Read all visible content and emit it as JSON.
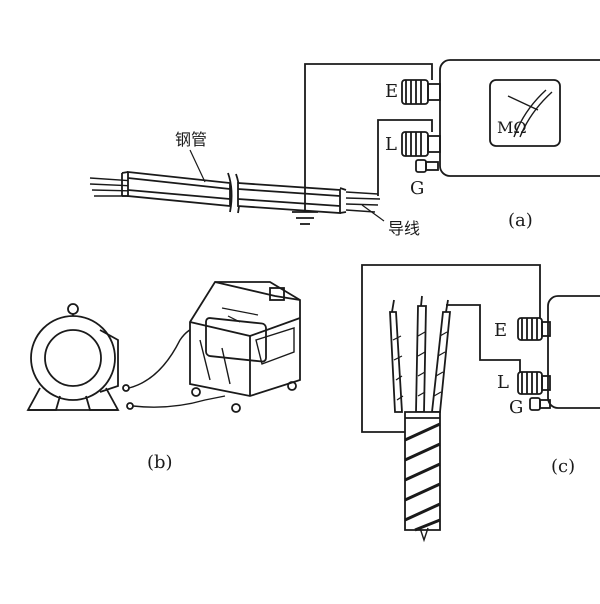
{
  "panel_a": {
    "label": "(a)",
    "steel_pipe": "钢管",
    "wire": "导线",
    "terminal_e": "E",
    "terminal_l": "L",
    "terminal_g": "G",
    "meter_unit": "MΩ"
  },
  "panel_b": {
    "label": "(b)"
  },
  "panel_c": {
    "label": "(c)",
    "terminal_e": "E",
    "terminal_l": "L",
    "terminal_g": "G"
  }
}
